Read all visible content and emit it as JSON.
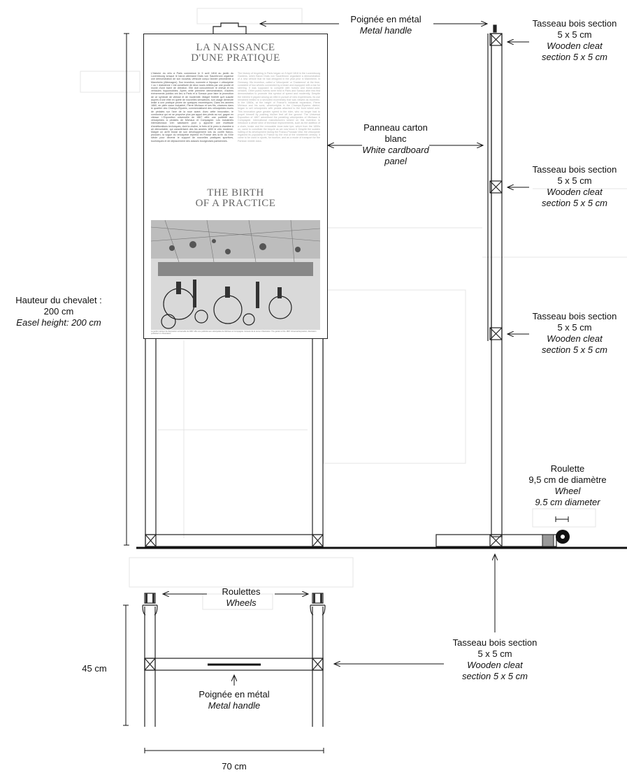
{
  "panel": {
    "title_fr_line1": "LA NAISSANCE",
    "title_fr_line2": "D'UNE PRATIQUE",
    "title_en_line1": "THE BIRTH",
    "title_en_line2": "OF A PRACTICE",
    "body_fr": "L'histoire du vélo à Paris commence le 5 avril 1818 au jardin du Luxembourg lorsque le baron allemand Drais von Sauerbronn organise une démonstration de son nouveau véhicule conçu l'année précédente à Mannheim (Allemagne). Son invention, nommée à l'époque « vélocipède » ou « draisienne » est constituée de deux roues reliées par une poutre et munie d'une barre de direction. Elle doit concurrencer le cheval et les véhicules hippomobiles. Après cette première démonstration, d'autres événements publics ont lieu à Paris et à Sceaux pour faire la promotion de ce symbole de vitesse et de modernité. Malgré l'intérêt qu'il suscite auprès d'une élite en quête de nouvelles sensations, son usage demeure limité à une pratique privée de quelques excentriques. Dans les années 1860, en plein essor industriel, Pierre Michaux et ses fils, charrons dans le quartier des Champs-Élysées, commercialisent des vélocipèdes munis de pédales sur l'axe de la roue avant. Avec cette innovation, le conducteur qui ne se propulse plus par appui des pieds au sol, gagne en vitesse. L'Exposition universelle de 1867 offre une publicité aux vélocipèdes à pédales de Michaux et Compagnie. Les industriels internationaux s'en saisissent pour y apporter une multitude d'améliorations techniques, dont la chaîne, le frein et le pneu à chambre à air démontable, qui caractérisent des les années 1890 le vélo moderne. Malgré un arrêt brutal de son développement lors du conflit franco-prussien, la vogue du vélocipède reprend en France dès la fin du XIXe siècle pour devenir le support de nouvelles pratiques sportives, touristiques et de déplacement des classes bourgeoises parisiennes.",
    "body_en": "The history of bicycling in Paris began on 5 April 1818 in the Luxembourg Gardens, when Baron Drais von Sauerbronn organised a demonstration of a new vehicle that he had designed in the year prior in Mannheim, in Germany. His invention, called a 'Velocipede' or 'Draisienne' at the time, consisted of two wheels connected by a beam and equipped with a bar for steering. It was supposed to compete with horses and horse-drawn vehicles. Other public events were held in Paris and Sceaux after this first demonstration to promote this symbol of speed and modernity. Despite the interest it piqued among an elite in pursuit of new experiences, its use remained limited to a secluded eccentricity that was viewed as eccentric. In the 1860s, at the height of France's industrial expansion, Pierre Michaux and his sons, wheelwrights in the Champs-Elysées district, began to sell velocipedes with pedals attached to the front wheel axle. This innovation gave greater speed to the rider, who no longer had to propel himself by pushing his/her feet off the ground. The Universal Exposition of 1867 advertised the pedalling velocipedes of Michaux & Compagnie. International manufacturers seized on this invention to introduce a whole slew of technical improvements, such as the addition of a chain, brake and the removable inner-tube tyre, which from the 1890s on, came to constitute the bicycle as we now know it. Despite the sudden halting of its development during the Franco-Prussian War, the velocipede regained its popularity in France by the end of the nineteenth century. It came to be used in sports, for tourism, and as a mode of transport for the Parisian middle class.",
    "caption": "Le jardin intérieur de l'Exposition universelle de 1867 offre une publicité aux vélocipèdes de Michaux et Compagnie. Gravure de la revue L'Illustration. The garden of the 1867 Universal Exposition, illustration published in L'Illustration."
  },
  "labels": {
    "metal_handle_top": {
      "fr": "Poignée en métal",
      "en": "Metal handle"
    },
    "cleat_top": {
      "fr1": "Tasseau bois section",
      "fr2": "5 x 5 cm",
      "en1": "Wooden cleat",
      "en2": "section 5 x 5 cm"
    },
    "cardboard_panel": {
      "fr1": "Panneau carton",
      "fr2": "blanc",
      "en1": "White cardboard",
      "en2": "panel"
    },
    "cleat_middle": {
      "fr1": "Tasseau bois section",
      "fr2": "5 x 5 cm",
      "en1": "Wooden cleat",
      "en2": "section 5 x 5 cm"
    },
    "cleat_lower": {
      "fr1": "Tasseau bois section",
      "fr2": "5 x 5 cm",
      "en1": "Wooden cleat",
      "en2": "section 5 x 5 cm"
    },
    "easel_height": {
      "fr1": "Hauteur du chevalet :",
      "fr2": "200 cm",
      "en": "Easel height: 200 cm"
    },
    "wheel": {
      "fr1": "Roulette",
      "fr2": "9,5 cm de diamètre",
      "en1": "Wheel",
      "en2": "9.5 cm diameter"
    },
    "wheels": {
      "fr": "Roulettes",
      "en": "Wheels"
    },
    "cleat_bottom": {
      "fr1": "Tasseau bois section",
      "fr2": "5 x 5 cm",
      "en1": "Wooden cleat",
      "en2": "section 5 x 5 cm"
    },
    "metal_handle_bottom": {
      "fr": "Poignée en métal",
      "en": "Metal handle"
    },
    "height_45": "45 cm",
    "width_70": "70 cm"
  }
}
